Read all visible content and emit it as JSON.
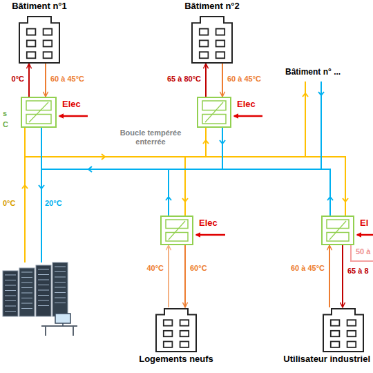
{
  "diagram": {
    "nodes": [
      {
        "text": [
          "Bâtiment n°1"
        ]
      },
      {
        "text": [
          "Bâtiment n°2"
        ]
      },
      {
        "text": [
          "Elec"
        ]
      },
      {
        "text": [
          "Elec"
        ]
      },
      {
        "text": [
          "Elec"
        ]
      },
      {
        "text": [
          "El"
        ]
      },
      {
        "text": [
          "Logements neufs"
        ]
      },
      {
        "text": [
          "Utilisateur industriel"
        ]
      }
    ],
    "edges": [
      {
        "from": 2,
        "to": 0,
        "arrow": "to",
        "label": "0°C"
      },
      {
        "from": 0,
        "to": 2,
        "arrow": "to",
        "label": "60 à 45°C"
      },
      {
        "from": 3,
        "to": 1,
        "arrow": "to",
        "label": "65 à 80°C"
      },
      {
        "from": 1,
        "to": 3,
        "arrow": "to",
        "label": "60 à 45°C"
      },
      {
        "from": 6,
        "to": 4,
        "arrow": "to",
        "label": "40°C"
      },
      {
        "from": 4,
        "to": 6,
        "arrow": "to",
        "label": "60°C"
      },
      {
        "from": 7,
        "to": 5,
        "arrow": "to",
        "label": "60 à 45°C"
      },
      {
        "from": 5,
        "to": 7,
        "arrow": "to",
        "label": "65 à 8"
      }
    ],
    "labels": [
      "Boucle tempérée enterrée",
      "Bâtiment n° ...",
      "s",
      "C",
      "0°C",
      "20°C",
      "50 à"
    ]
  }
}
